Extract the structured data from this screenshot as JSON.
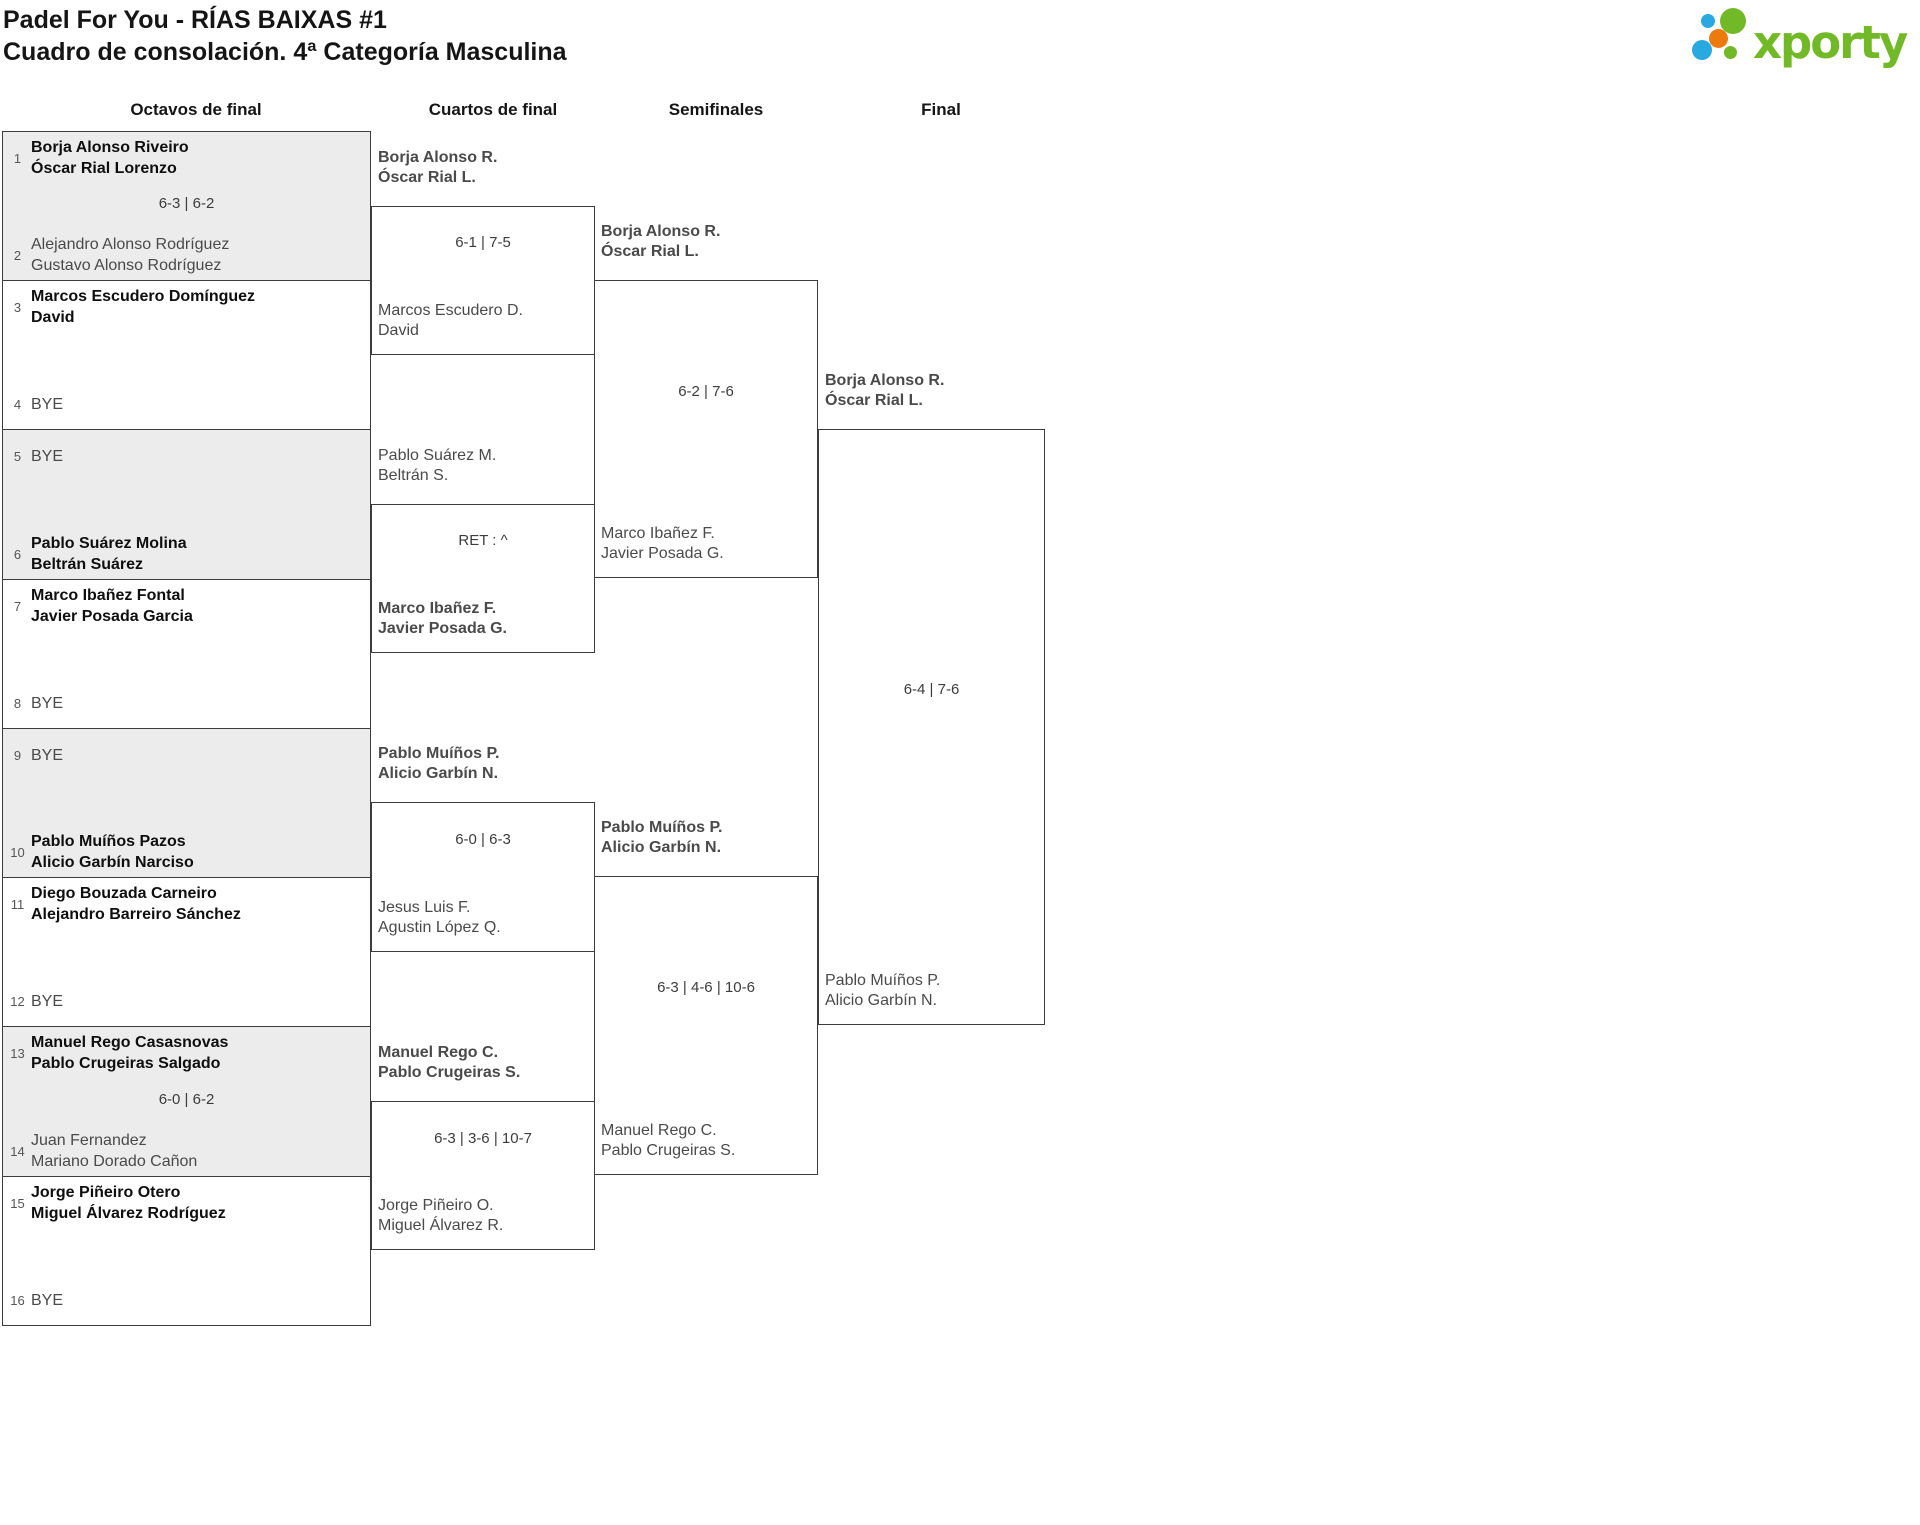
{
  "header": {
    "title_line1": "Padel For You - RÍAS BAIXAS #1",
    "title_line2": "Cuadro de consolación. 4ª Categoría Masculina"
  },
  "logo": {
    "text": "xporty",
    "green": "#72b928",
    "blue": "#2aa8e0",
    "orange": "#ec7b0c"
  },
  "round_headers": [
    "Octavos de final",
    "Cuartos de final",
    "Semifinales",
    "Final"
  ],
  "octavos": [
    {
      "n1": "1",
      "t1": [
        "Borja Alonso Riveiro",
        "Óscar Rial Lorenzo"
      ],
      "w1": true,
      "score": "6-3 | 6-2",
      "n2": "2",
      "t2": [
        "Alejandro Alonso Rodríguez",
        "Gustavo Alonso Rodríguez"
      ],
      "w2": false
    },
    {
      "n1": "3",
      "t1": [
        "Marcos Escudero Domínguez",
        "David"
      ],
      "w1": true,
      "score": "",
      "n2": "4",
      "t2": [
        "BYE"
      ],
      "w2": false
    },
    {
      "n1": "5",
      "t1": [
        "BYE"
      ],
      "w1": false,
      "score": "",
      "n2": "6",
      "t2": [
        "Pablo Suárez Molina",
        "Beltrán Suárez"
      ],
      "w2": true
    },
    {
      "n1": "7",
      "t1": [
        "Marco Ibañez Fontal",
        "Javier Posada Garcia"
      ],
      "w1": true,
      "score": "",
      "n2": "8",
      "t2": [
        "BYE"
      ],
      "w2": false
    },
    {
      "n1": "9",
      "t1": [
        "BYE"
      ],
      "w1": false,
      "score": "",
      "n2": "10",
      "t2": [
        "Pablo Muíños Pazos",
        "Alicio Garbín Narciso"
      ],
      "w2": true
    },
    {
      "n1": "11",
      "t1": [
        "Diego Bouzada Carneiro",
        "Alejandro Barreiro Sánchez"
      ],
      "w1": true,
      "score": "",
      "n2": "12",
      "t2": [
        "BYE"
      ],
      "w2": false
    },
    {
      "n1": "13",
      "t1": [
        "Manuel Rego Casasnovas",
        "Pablo Crugeiras Salgado"
      ],
      "w1": true,
      "score": "6-0 | 6-2",
      "n2": "14",
      "t2": [
        "Juan Fernandez",
        "Mariano Dorado Cañon"
      ],
      "w2": false
    },
    {
      "n1": "15",
      "t1": [
        "Jorge Piñeiro Otero",
        "Miguel Álvarez Rodríguez"
      ],
      "w1": true,
      "score": "",
      "n2": "16",
      "t2": [
        "BYE"
      ],
      "w2": false
    }
  ],
  "cuartos": [
    {
      "top": [
        "Borja Alonso R.",
        "Óscar Rial L."
      ],
      "wtop": true,
      "score": "6-1 | 7-5",
      "bottom": [
        "Marcos Escudero D.",
        "David"
      ],
      "wbottom": false
    },
    {
      "top": [
        "Pablo Suárez M.",
        "Beltrán S."
      ],
      "wtop": false,
      "score": "RET : ^",
      "bottom": [
        "Marco Ibañez F.",
        "Javier Posada G."
      ],
      "wbottom": true
    },
    {
      "top": [
        "Pablo Muíños P.",
        "Alicio Garbín N."
      ],
      "wtop": true,
      "score": "6-0 | 6-3",
      "bottom": [
        "Jesus Luis F.",
        "Agustin López Q."
      ],
      "wbottom": false
    },
    {
      "top": [
        "Manuel Rego C.",
        "Pablo Crugeiras S."
      ],
      "wtop": true,
      "score": "6-3 | 3-6 | 10-7",
      "bottom": [
        "Jorge Piñeiro O.",
        "Miguel Álvarez R."
      ],
      "wbottom": false
    }
  ],
  "semifinales": [
    {
      "top": [
        "Borja Alonso R.",
        "Óscar Rial L."
      ],
      "wtop": true,
      "score": "6-2 | 7-6",
      "bottom": [
        "Marco Ibañez F.",
        "Javier Posada G."
      ],
      "wbottom": false
    },
    {
      "top": [
        "Pablo Muíños P.",
        "Alicio Garbín N."
      ],
      "wtop": true,
      "score": "6-3 | 4-6 | 10-6",
      "bottom": [
        "Manuel Rego C.",
        "Pablo Crugeiras S."
      ],
      "wbottom": false
    }
  ],
  "final": {
    "top": [
      "Borja Alonso R.",
      "Óscar Rial L."
    ],
    "wtop": true,
    "score": "6-4 | 7-6",
    "bottom": [
      "Pablo Muíños P.",
      "Alicio Garbín N."
    ],
    "wbottom": false
  }
}
